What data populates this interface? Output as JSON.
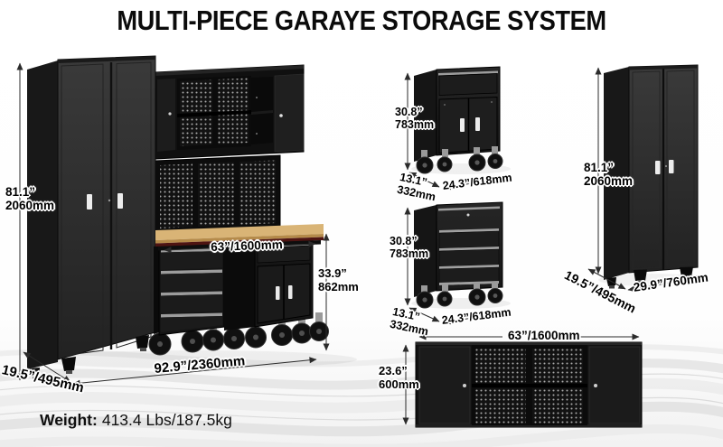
{
  "title": "MULTI-PIECE GARAYE STORAGE SYSTEM",
  "colors": {
    "wood_top": "#d8b274",
    "cabinet_black": "#1b1b1b",
    "dimension_line": "#2b2b2b",
    "background": "#ffffff"
  },
  "main_assembly": {
    "height_in": "81.1”",
    "height_mm": "2060mm",
    "depth": "19.5”/495mm",
    "width": "92.9”/2360mm",
    "bench_width": "63”/1600mm",
    "bench_height_in": "33.9”",
    "bench_height_mm": "862mm"
  },
  "rolling_cart": {
    "height_in": "30.8”",
    "height_mm": "783mm",
    "depth_in": "13.1”",
    "depth_mm": "332mm",
    "width": "24.3”/618mm"
  },
  "drawer_cart": {
    "height_in": "30.8”",
    "height_mm": "783mm",
    "depth_in": "13.1”",
    "depth_mm": "332mm",
    "width": "24.3”/618mm"
  },
  "tall_cabinet": {
    "height_in": "81.1”",
    "height_mm": "2060mm",
    "depth": "19.5”/495mm",
    "width": "29.9”/760mm"
  },
  "wall_cabinet": {
    "width": "63”/1600mm",
    "height_in": "23.6”",
    "height_mm": "600mm"
  },
  "weight": {
    "label": "Weight:",
    "value": "413.4 Lbs/187.5kg"
  }
}
